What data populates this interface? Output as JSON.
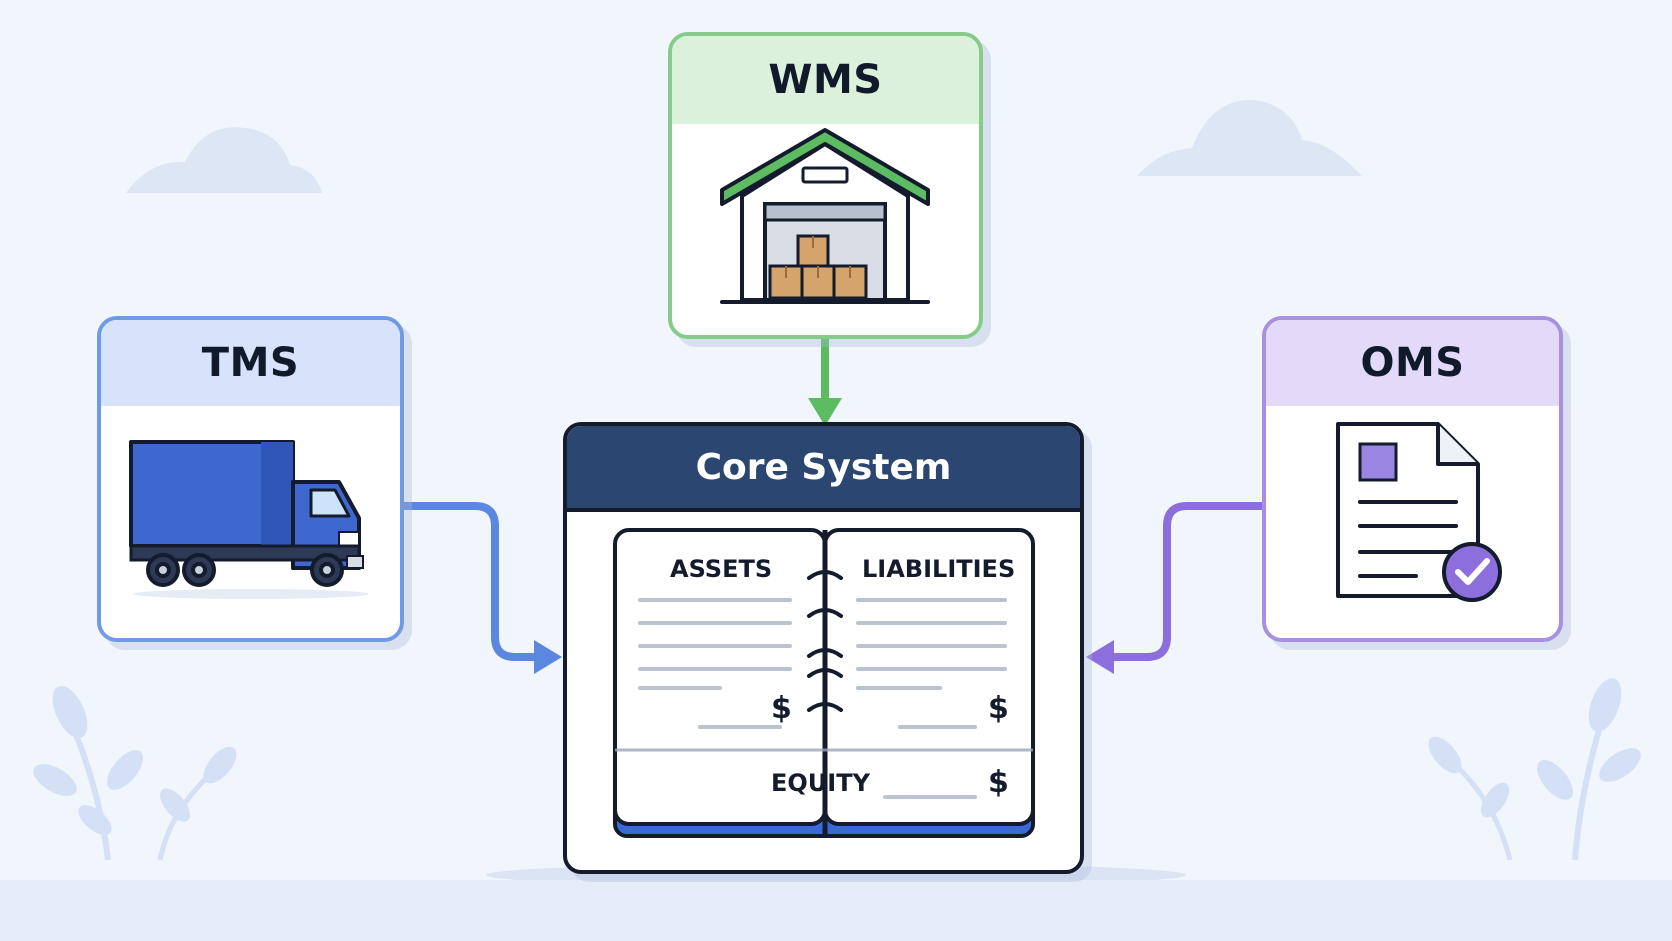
{
  "cards": {
    "tms": {
      "title": "TMS",
      "icon": "truck-icon"
    },
    "wms": {
      "title": "WMS",
      "icon": "warehouse-icon"
    },
    "oms": {
      "title": "OMS",
      "icon": "order-document-icon"
    }
  },
  "core": {
    "title": "Core System",
    "ledger": {
      "assets_label": "ASSETS",
      "liabilities_label": "LIABILITIES",
      "equity_label": "EQUITY",
      "currency_symbol": "$"
    }
  },
  "colors": {
    "tms": "#5b87e0",
    "wms": "#5dbb62",
    "oms": "#8c6fdc",
    "core_header": "#2b4671",
    "ledger_binding": "#3a6ad8"
  }
}
